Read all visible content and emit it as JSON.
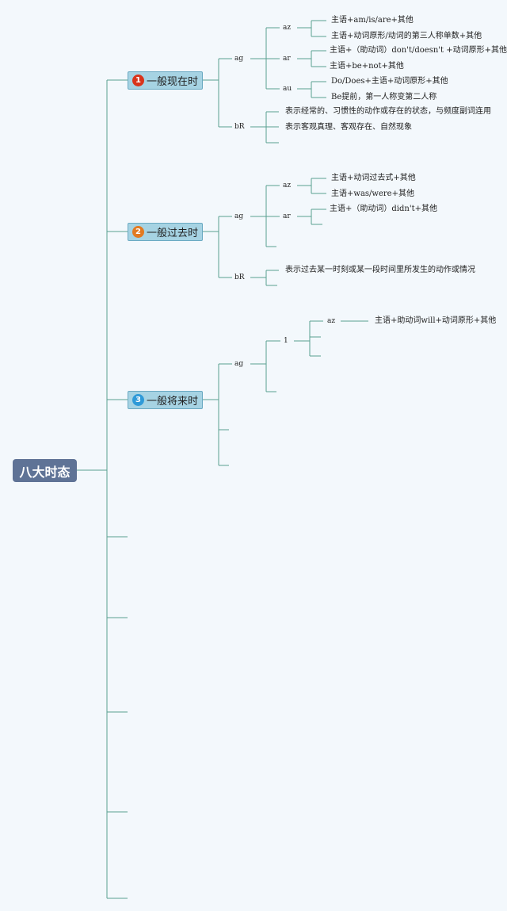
{
  "root": {
    "label": "八大时态"
  },
  "topics": [
    {
      "number": "1",
      "label": "一般现在时",
      "badge_color": "#d9341b",
      "ag": "ag",
      "groups": [
        {
          "key": "az",
          "lines": [
            "主语+am/is/are+其他",
            "主语+动词原形/动词的第三人称单数+其他"
          ]
        },
        {
          "key": "ar",
          "lines": [
            "主语+（助动词）don't/doesn't +动词原形+其他",
            "主语+be+not+其他"
          ]
        },
        {
          "key": "au",
          "lines": [
            "Do/Does+主语+动词原形+其他",
            "Be提前，第一人称变第二人称"
          ]
        }
      ],
      "bR": "bR",
      "usage": [
        "表示经常的、习惯性的动作或存在的状态，与频度副词连用",
        "表示客观真理、客观存在、自然现象"
      ]
    },
    {
      "number": "2",
      "label": "一般过去时",
      "badge_color": "#e27a21",
      "ag": "ag",
      "groups": [
        {
          "key": "az",
          "lines": [
            "主语+动词过去式+其他",
            "主语+was/were+其他"
          ]
        },
        {
          "key": "ar",
          "lines": [
            "主语+（助动词）didn't+其他"
          ]
        }
      ],
      "bR": "bR",
      "usage": [
        "表示过去某一时刻或某一段时间里所发生的动作或情况"
      ]
    },
    {
      "number": "3",
      "label": "一般将来时",
      "badge_color": "#2f9ad8",
      "ag": "ag",
      "one": "1",
      "groups": [
        {
          "key": "az",
          "lines": [
            "主语+助动词will+动词原形+其他"
          ]
        }
      ]
    }
  ],
  "colors": {
    "line": "#5aa090",
    "topic_fill": "#a6d3e3",
    "root_fill": "#5f7396"
  }
}
